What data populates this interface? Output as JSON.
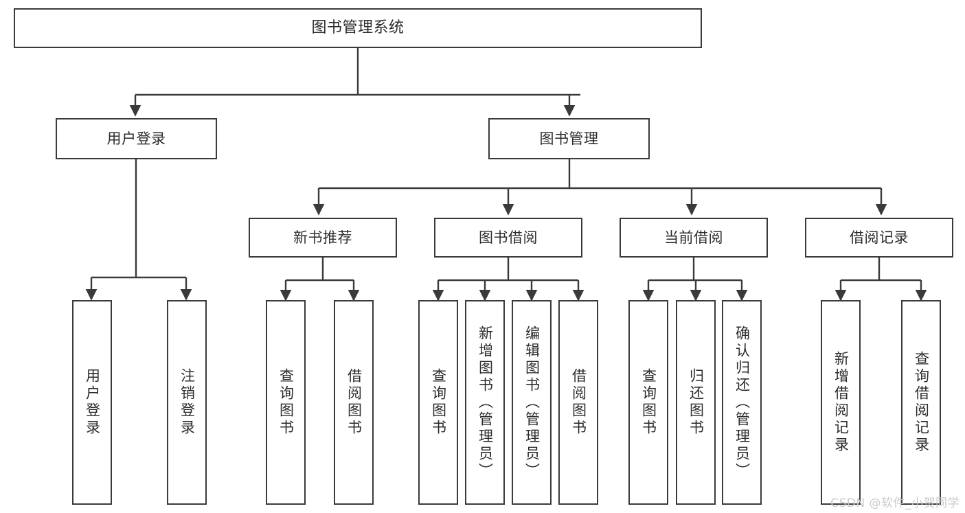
{
  "diagram": {
    "title": "图书管理系统",
    "type": "functional-structure-tree",
    "stroke_color": "#3a3a3a",
    "text_color": "#2b2b2b",
    "background_color": "#ffffff"
  },
  "nodes": {
    "root": {
      "label": "图书管理系统"
    },
    "level1": [
      {
        "label": "用户登录"
      },
      {
        "label": "图书管理"
      }
    ],
    "level2": [
      {
        "label": "新书推荐"
      },
      {
        "label": "图书借阅"
      },
      {
        "label": "当前借阅"
      },
      {
        "label": "借阅记录"
      }
    ],
    "leaves": {
      "user_login": [
        {
          "label": "用户登录"
        },
        {
          "label": "注销登录"
        }
      ],
      "new_book_recommend": [
        {
          "label": "查询图书"
        },
        {
          "label": "借阅图书"
        }
      ],
      "book_borrow": [
        {
          "label": "查询图书"
        },
        {
          "label": "新增图书（管理员）"
        },
        {
          "label": "编辑图书（管理员）"
        },
        {
          "label": "借阅图书"
        }
      ],
      "current_borrow": [
        {
          "label": "查询图书"
        },
        {
          "label": "归还图书"
        },
        {
          "label": "确认归还（管理员）"
        }
      ],
      "borrow_record": [
        {
          "label": "新增借阅记录"
        },
        {
          "label": "查询借阅记录"
        }
      ]
    }
  },
  "watermark": {
    "text": "CSDN @软件_小贺同学",
    "color": "#c9c9c9"
  }
}
